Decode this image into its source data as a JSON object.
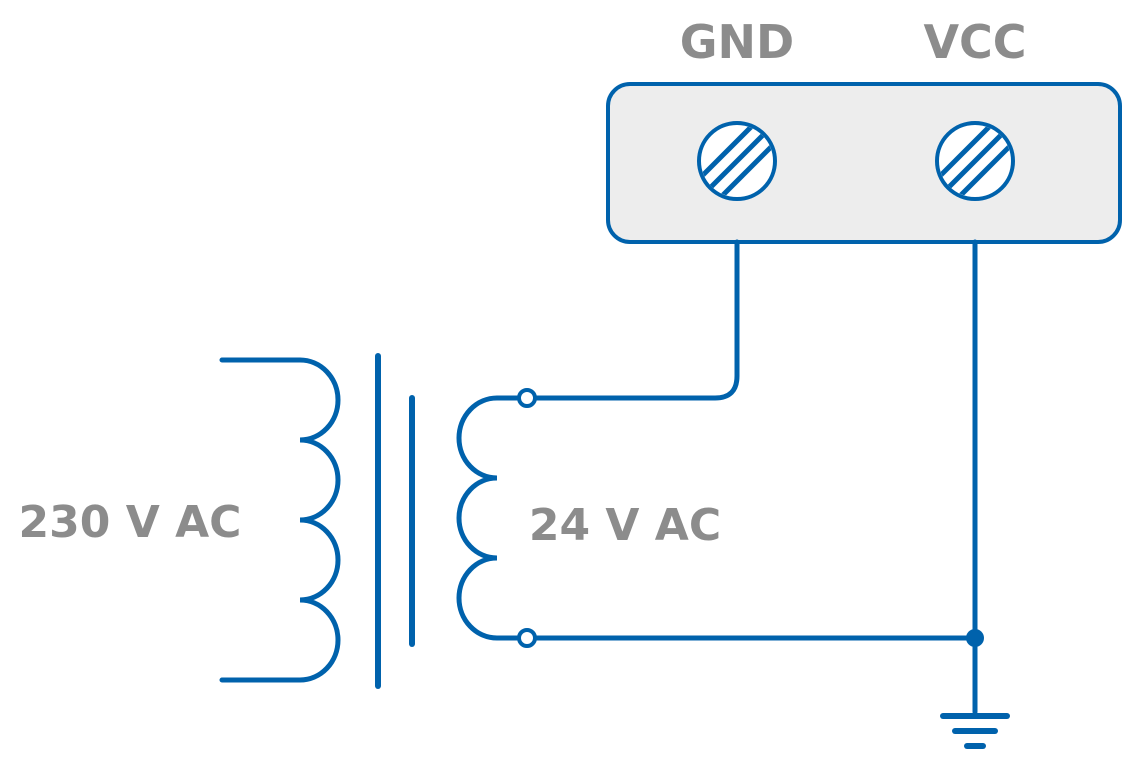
{
  "colors": {
    "wire": "#0062ac",
    "label": "#8c8c8c",
    "block_fill": "#ededed",
    "terminal_fill": "#ffffff"
  },
  "diagram": {
    "terminal_block": {
      "gnd_label": "GND",
      "vcc_label": "VCC"
    },
    "transformer": {
      "primary_label": "230 V AC",
      "secondary_label": "24 V AC"
    }
  }
}
